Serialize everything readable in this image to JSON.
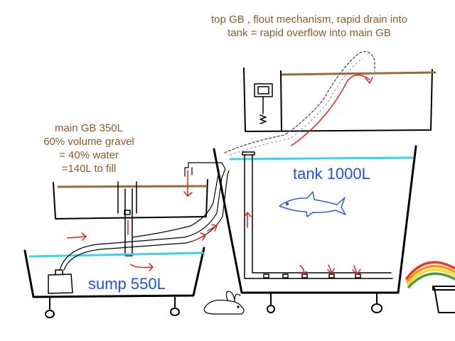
{
  "annotations": {
    "top_gb_note": [
      "top GB , flout mechanism, rapid drain into",
      "tank = rapid overflow into main GB"
    ],
    "main_gb_note": [
      "main GB 350L",
      "60% volume gravel",
      "= 40% water",
      "=140L to fill"
    ]
  },
  "labels": {
    "tank": "tank 1000L",
    "sump": "sump 550L"
  },
  "colors": {
    "outline": "#000000",
    "water_line": "#3fd3e6",
    "gravel_line": "#9a6a3a",
    "flow_arrow": "#e02020",
    "note_text": "#8b5a2b",
    "label_text": "#1f52e0",
    "fish_outline": "#2a5fe0"
  },
  "icons": [
    "fish-icon",
    "rabbit-icon",
    "rainbow-icon",
    "bucket-icon",
    "pump-icon",
    "float-switch-icon"
  ]
}
